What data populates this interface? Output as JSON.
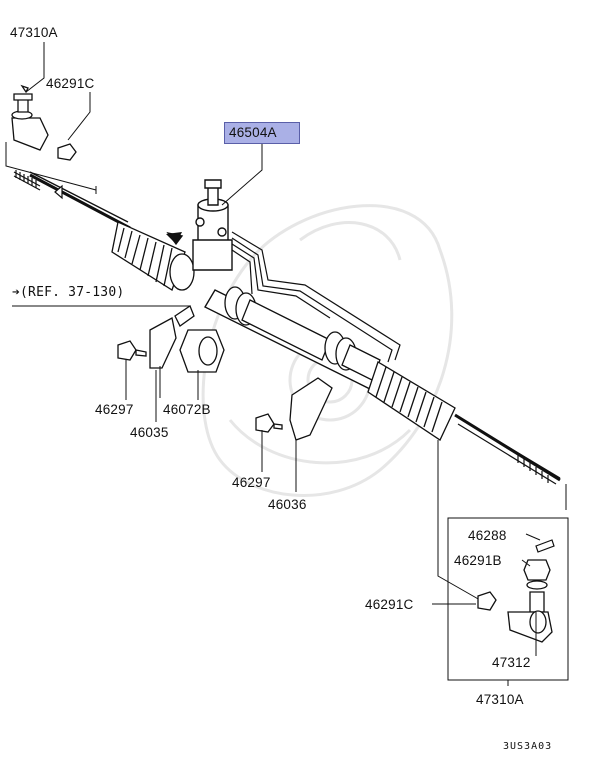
{
  "diagram": {
    "highlighted_part": "46504A",
    "reference": "➔(REF. 37-130)",
    "figure_code": "3US3A03",
    "labels": {
      "tierod_end_left": "47310A",
      "nut_left": "46291C",
      "gear_assembly": "46504A",
      "bolt_left": "46297",
      "bushing": "46072B",
      "clamp_left": "46035",
      "bolt_right": "46297",
      "clamp_right": "46036",
      "cotter_pin": "46288",
      "castle_nut": "46291B",
      "nut_right": "46291C",
      "tierod_end_inner": "47312",
      "tierod_end_right": "47310A"
    }
  }
}
